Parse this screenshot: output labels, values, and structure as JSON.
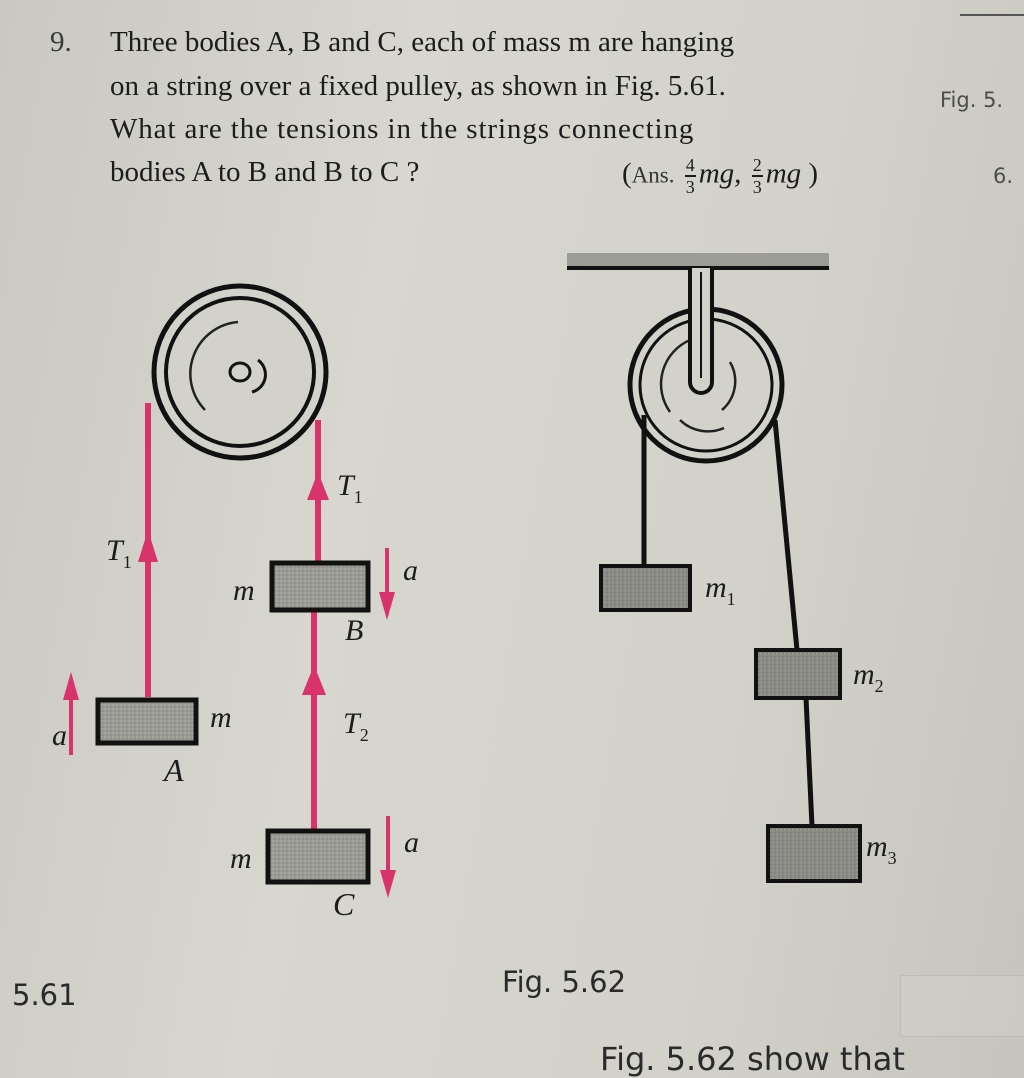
{
  "question": {
    "number": "9.",
    "line1": "Three bodies A, B and C, each of mass m are hanging",
    "line2": "on a string over a fixed pulley, as shown in Fig. 5.61.",
    "line3": "What are the tensions in the strings connecting",
    "line4": "bodies A to B and B to C ?",
    "answer": {
      "label": "Ans.",
      "frac1_num": "4",
      "frac1_den": "3",
      "term1": "mg,",
      "frac2_num": "2",
      "frac2_den": "3",
      "term2": "mg"
    }
  },
  "margin": {
    "fig_ref": "Fig. 5.",
    "number": "6."
  },
  "fig561": {
    "labels": {
      "t1_left": "T",
      "t1_left_sub": "1",
      "t1_right": "T",
      "t1_right_sub": "1",
      "t2": "T",
      "t2_sub": "2",
      "a_left": "a",
      "a_b": "a",
      "a_c": "a",
      "m_a": "m",
      "m_b": "m",
      "m_c": "m",
      "block_a": "A",
      "block_b": "B",
      "block_c": "C"
    },
    "caption": "5.61",
    "arrow_color": "#d8336a"
  },
  "fig562": {
    "labels": {
      "m1": "m",
      "m1_sub": "1",
      "m2": "m",
      "m2_sub": "2",
      "m3": "m",
      "m3_sub": "3"
    },
    "caption": "Fig. 5.62"
  },
  "footer_text": "Fig. 5.62 show that"
}
